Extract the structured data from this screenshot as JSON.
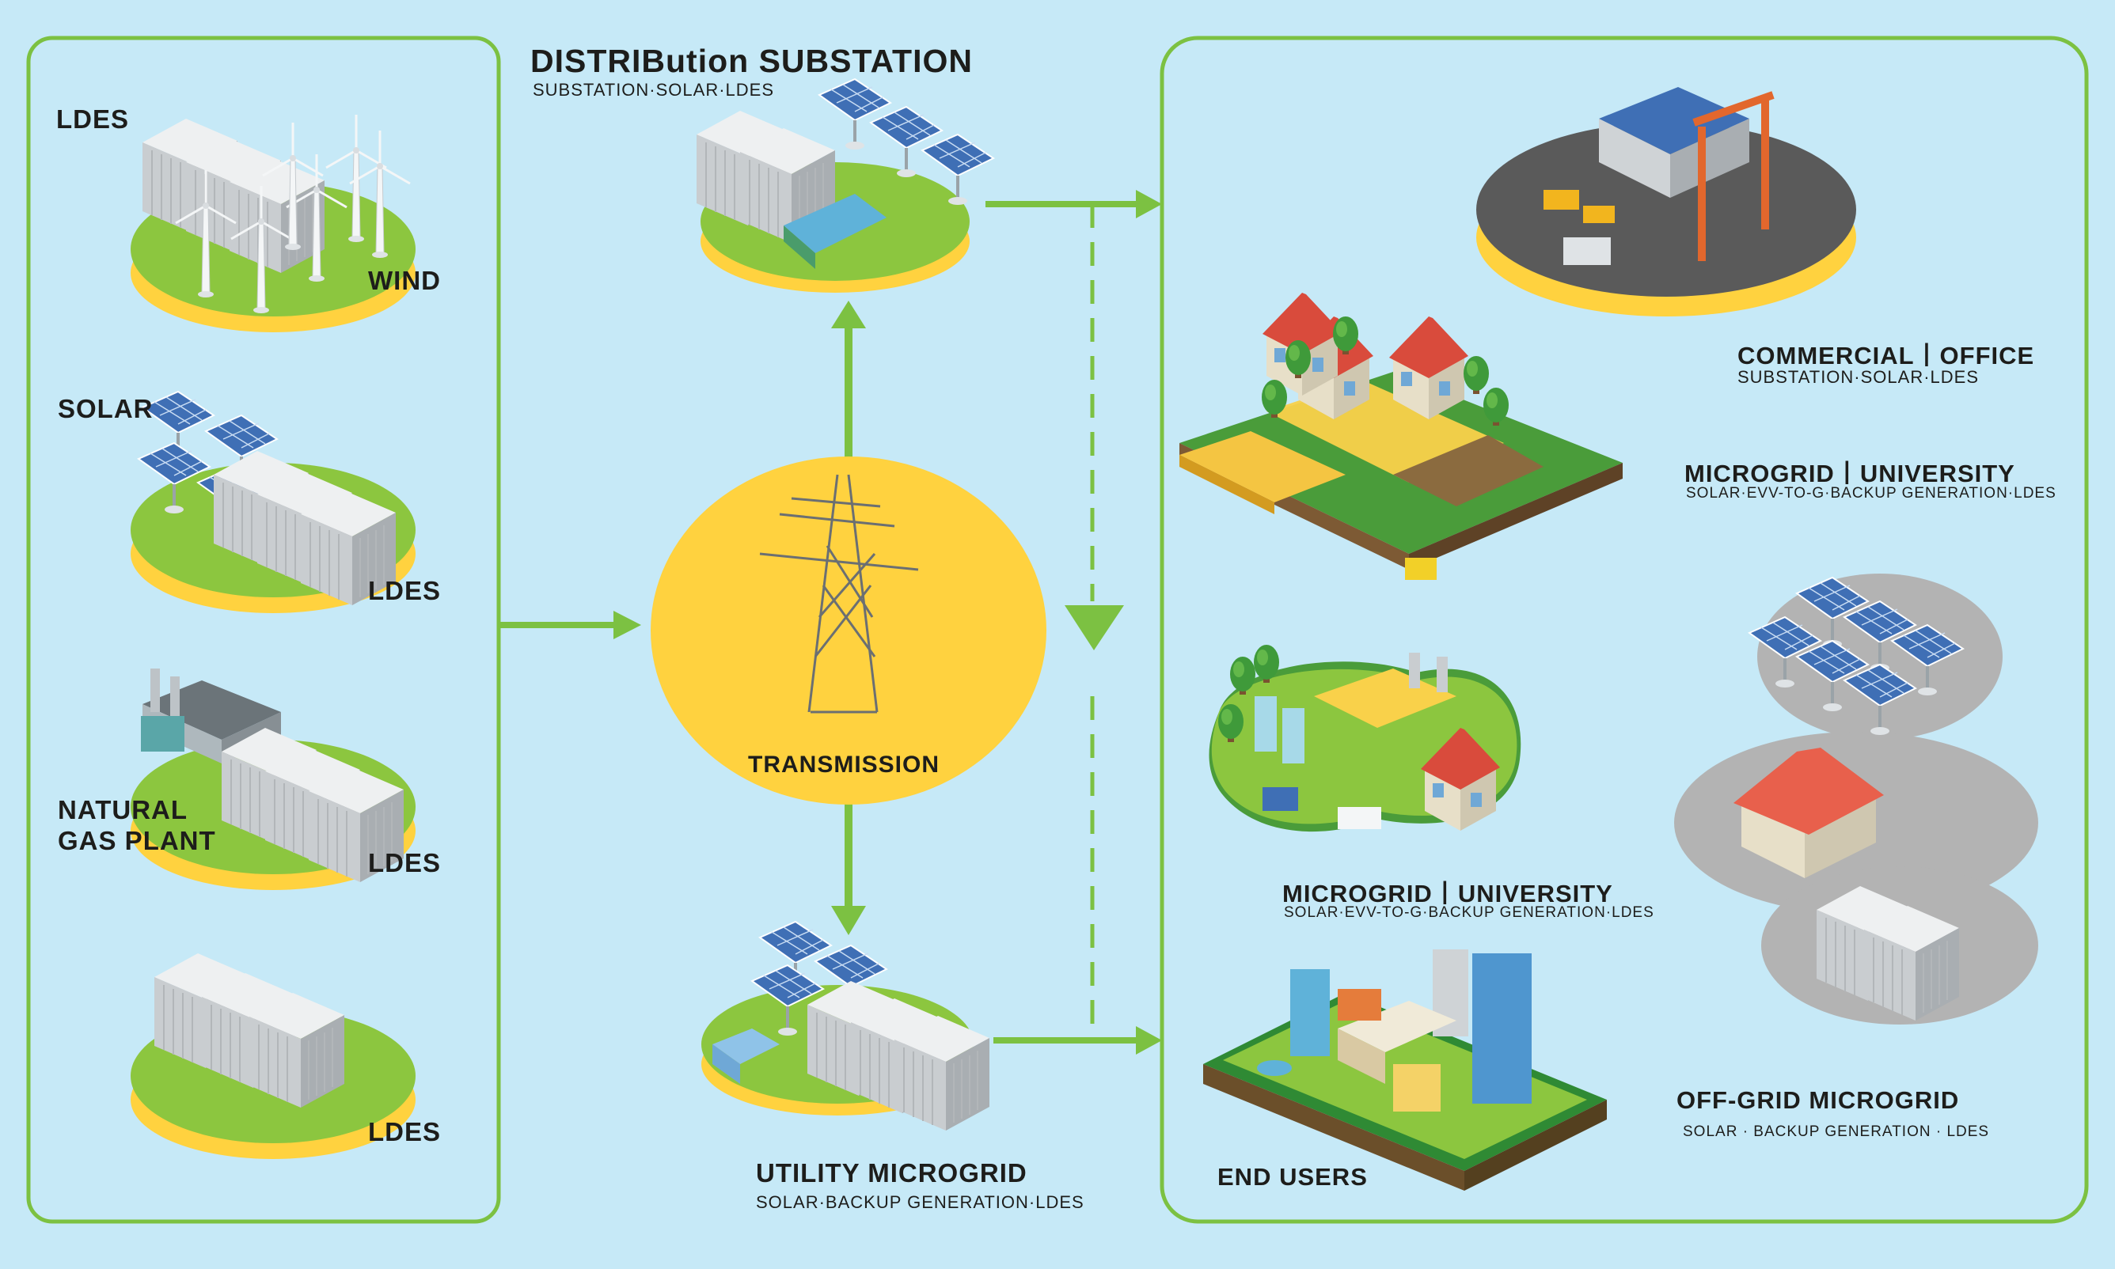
{
  "colors": {
    "background": "#c6e9f7",
    "panel_border": "#7cc142",
    "arrow": "#7cc142",
    "grass": "#8cc63f",
    "island_base": "#ffd23f",
    "transmission_circle": "#ffd23f",
    "asphalt": "#5a5a5a",
    "grey_island": "#b3b3b3",
    "battery": "#cfd3d6",
    "solar_panel": "#3f6fb5"
  },
  "sources": {
    "ldes_wind": {
      "top_label": "LDES",
      "bottom_label": "WIND"
    },
    "solar_ldes": {
      "top_label": "SOLAR",
      "bottom_label": "LDES"
    },
    "gas_ldes": {
      "line1": "NATURAL",
      "line2": "GAS PLANT",
      "bottom_label": "LDES"
    },
    "ldes_only": {
      "bottom_label": "LDES"
    }
  },
  "distribution": {
    "title": "DISTRIBution SUBSTATION",
    "subtitle": "SUBSTATION·SOLAR·LDES"
  },
  "transmission": {
    "label": "TRANSMISSION"
  },
  "utility_microgrid": {
    "title": "UTILITY MICROGRID",
    "subtitle": "SOLAR·BACKUP GENERATION·LDES"
  },
  "commercial": {
    "title": "COMMERCIAL丨OFFICE",
    "subtitle": "SUBSTATION·SOLAR·LDES"
  },
  "microgrid_farm": {
    "title": "MICROGRID丨UNIVERSITY",
    "subtitle": "SOLAR·EVV-TO-G·BACKUP GENERATION·LDES"
  },
  "microgrid_campus": {
    "title": "MICROGRID丨UNIVERSITY",
    "subtitle": "SOLAR·EVV-TO-G·BACKUP GENERATION·LDES"
  },
  "end_users": {
    "title": "END USERS"
  },
  "offgrid": {
    "title": "OFF-GRID MICROGRID",
    "subtitle": "SOLAR · BACKUP GENERATION · LDES"
  }
}
